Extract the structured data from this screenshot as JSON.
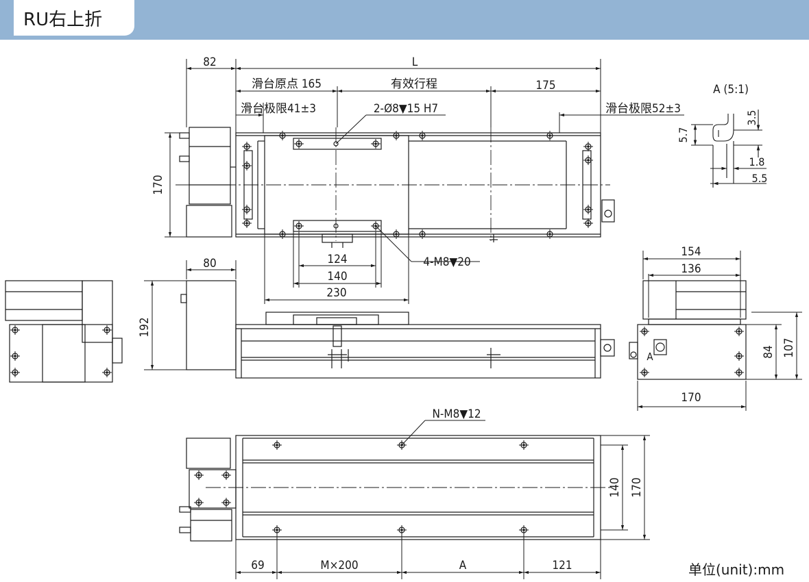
{
  "title": "RU右上折",
  "unit_label": "单位(unit):mm",
  "top_view": {
    "dim_82": "82",
    "dim_L": "L",
    "origin": "滑台原点 165",
    "stroke": "有效行程",
    "dim_175": "175",
    "limit_left": "滑台极限41±3",
    "limit_right": "滑台极限52±3",
    "hole_note": "2-Ø8▼15 H7",
    "dim_170": "170",
    "dim_124": "124",
    "dim_140": "140",
    "dim_230": "230",
    "tap_note": "4-M8▼20"
  },
  "detail": {
    "title": "A (5:1)",
    "dim_5_7": "5.7",
    "dim_3_5": "3.5",
    "dim_1_8": "1.8",
    "dim_5_5": "5.5"
  },
  "side_view": {
    "dim_80": "80",
    "dim_192": "192"
  },
  "end_view": {
    "dim_154": "154",
    "dim_136": "136",
    "dim_84": "84",
    "dim_107": "107",
    "dim_170": "170",
    "label_a": "A"
  },
  "bottom_view": {
    "tap_note": "N-M8▼12",
    "dim_140": "140",
    "dim_170": "170",
    "dim_69": "69",
    "dim_mx200": "M×200",
    "dim_a": "A",
    "dim_121": "121"
  },
  "colors": {
    "header": "#93b4d4",
    "line": "#1a1a1a"
  }
}
